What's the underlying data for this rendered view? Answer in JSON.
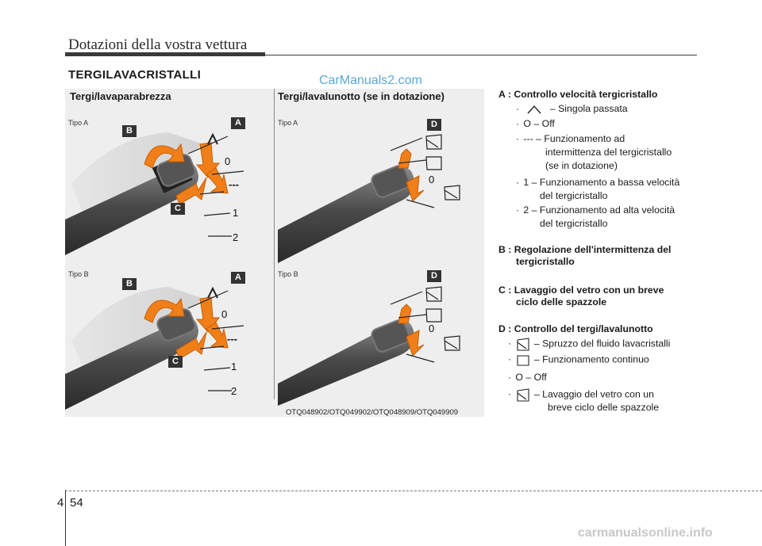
{
  "header": {
    "title": "Dotazioni della vostra vettura"
  },
  "section": {
    "heading": "TERGILAVACRISTALLI"
  },
  "watermark_top": "CarManuals2.com",
  "figure": {
    "left_title": "Tergi/lavaparabrezza",
    "right_title": "Tergi/lavalunotto (se in dotazione)",
    "tipo_a": "Tipo A",
    "tipo_b": "Tipo B",
    "labels": {
      "a": "A",
      "b": "B",
      "c": "C",
      "d": "D"
    },
    "positions": {
      "zero": "0",
      "one": "1",
      "two": "2",
      "dashes": "---"
    },
    "code": "OTQ048902/OTQ049902/OTQ048909/OTQ049909"
  },
  "legend": {
    "a_title": "A : Controllo velocità tergicristallo",
    "a_items": [
      "– Singola passata",
      "O – Off",
      "--- – Funzionamento ad",
      "intermittenza del tergicristallo",
      "(se in dotazione)",
      "1 – Funzionamento a bassa velocità",
      "del tergicristallo",
      "2 – Funzionamento ad alta velocità",
      "del tergicristallo"
    ],
    "b_title_1": "B : Regolazione dell'intermittenza del",
    "b_title_2": "tergicristallo",
    "c_title_1": "C : Lavaggio del vetro con un breve",
    "c_title_2": "ciclo delle spazzole",
    "d_title": "D : Controllo del tergi/lavalunotto",
    "d_items": [
      "– Spruzzo del fluido lavacristalli",
      "– Funzionamento continuo",
      "O – Off",
      "– Lavaggio del vetro con un",
      "breve ciclo delle spazzole"
    ]
  },
  "footer": {
    "chapter": "4",
    "page": "54"
  },
  "watermark_bottom": "carmanualsonline.info"
}
